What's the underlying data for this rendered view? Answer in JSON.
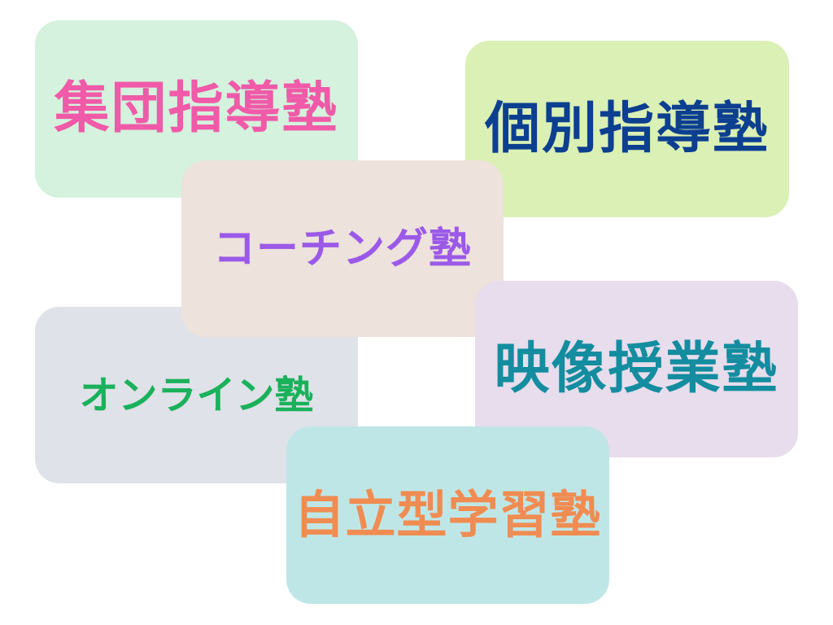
{
  "cards": [
    {
      "id": "card-group",
      "label": "集団指導塾",
      "bg": "#d4f2dd",
      "color": "#f05aa8"
    },
    {
      "id": "card-indiv",
      "label": "個別指導塾",
      "bg": "#daf0b4",
      "color": "#0c3f8f"
    },
    {
      "id": "card-coach",
      "label": "コーチング塾",
      "bg": "#ede2dc",
      "color": "#9b59e8"
    },
    {
      "id": "card-online",
      "label": "オンライン塾",
      "bg": "#dfe2e8",
      "color": "#1ab15b"
    },
    {
      "id": "card-video",
      "label": "映像授業塾",
      "bg": "#e7ddec",
      "color": "#138d9f"
    },
    {
      "id": "card-self",
      "label": "自立型学習塾",
      "bg": "#bfe6e6",
      "color": "#f08c52"
    }
  ]
}
